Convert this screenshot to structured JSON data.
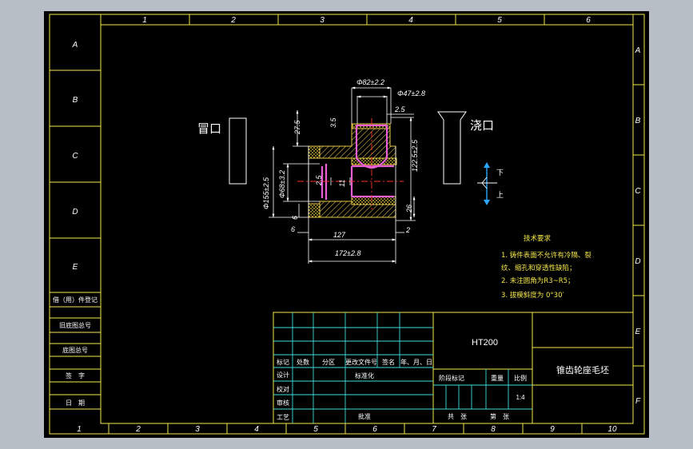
{
  "colors": {
    "background": "#b7bec5",
    "canvas": "#000000",
    "frame": "#f5e84a",
    "table_lines": "#3fdcdc",
    "text": "#ffffff",
    "part": "#e95fd8",
    "hatch": "#e8c845",
    "dims": "#ffffff",
    "centerline": "#ff3030",
    "arrow": "#2aa8ff"
  },
  "zone_cols_top": [
    "1",
    "2",
    "3",
    "4",
    "5",
    "6"
  ],
  "zone_cols_bottom": [
    "1",
    "2",
    "3",
    "4",
    "5",
    "6",
    "7",
    "8",
    "9",
    "10"
  ],
  "zone_rows_left": [
    "A",
    "B",
    "C",
    "D",
    "E"
  ],
  "zone_rows_right": [
    "A",
    "B",
    "C",
    "D",
    "E",
    "F"
  ],
  "left_strip": {
    "labels": [
      "借（用）件登记",
      "旧底图总号",
      "底图总号",
      "签　字",
      "日　期"
    ]
  },
  "drawing": {
    "riser_label": "冒口",
    "gate_label": "浇口",
    "direction_up": "下",
    "direction_down": "上",
    "dims": {
      "d82": "Φ82±2.2",
      "d47": "Φ47±2.8",
      "d25a": "2.5",
      "d35": "3.5",
      "d275": "27.5",
      "d1225": "122.5±2.5",
      "d155": "Φ155±2.5",
      "d68": "Φ68±3.2",
      "d25b": "2.5",
      "d11": "11",
      "d6a": "6",
      "d26": "26",
      "d6b": "6",
      "d127": "127",
      "d2": "2",
      "d172": "172±2.8"
    }
  },
  "notes": {
    "title": "技术要求",
    "items": [
      "1. 铸件表面不允许有冷隔、裂",
      "纹、缩孔和穿透性缺陷；",
      "2. 未注圆角为R3~R5；",
      "3. 拔模斜度为 0°30′"
    ]
  },
  "title_block": {
    "material": "HT200",
    "part_name": "锥齿轮座毛坯",
    "revision_headers": [
      "标记",
      "处数",
      "分区",
      "更改文件号",
      "签名",
      "年、月、日"
    ],
    "roles": [
      "设计",
      "校对",
      "审核",
      "工艺"
    ],
    "standardization": "标准化",
    "approval": "批准",
    "stage_mark": "阶段标记",
    "weight": "重量",
    "scale": "比例",
    "scale_value": "1:4",
    "sheets_total": "共　张",
    "sheet_no": "第　张"
  }
}
